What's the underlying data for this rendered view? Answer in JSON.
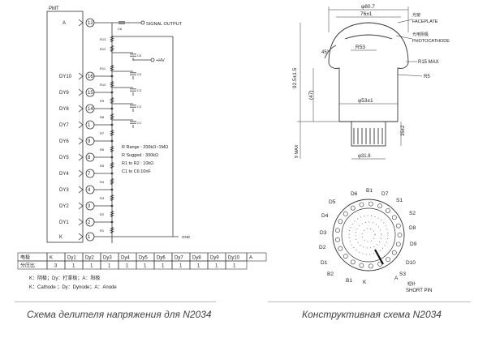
{
  "schematic": {
    "title": "PMT",
    "anode_label": "A",
    "signal_output": "SIGNAL OUTPUT",
    "hv": "+HV",
    "ground": "GND",
    "cathode_label": "K",
    "dynodes": [
      {
        "label": "DY10",
        "pin": "16"
      },
      {
        "label": "DY9",
        "pin": "15"
      },
      {
        "label": "DY8",
        "pin": "14"
      },
      {
        "label": "DY7",
        "pin": "1"
      },
      {
        "label": "DY6",
        "pin": "9"
      },
      {
        "label": "DY5",
        "pin": "8"
      },
      {
        "label": "DY4",
        "pin": "7"
      },
      {
        "label": "DY3",
        "pin": "4"
      },
      {
        "label": "DY2",
        "pin": "3"
      },
      {
        "label": "DY1",
        "pin": "2"
      }
    ],
    "anode_pin": "12",
    "cathode_pin": "1",
    "resistors": [
      "R13",
      "R12",
      "R11",
      "R10",
      "R9",
      "R8",
      "R7",
      "R6",
      "R5",
      "R4",
      "R3",
      "R2",
      "R1"
    ],
    "capacitors": [
      "C6",
      "C5",
      "C4",
      "C3",
      "C2",
      "C1"
    ],
    "specs": [
      "R Range : 200kΩ~1MΩ",
      "R Sugged : 300kΩ",
      "R1 to R2 : 10kΩ",
      "C1 to C6:10nF"
    ]
  },
  "ratio_table": {
    "header": [
      "电极",
      "K",
      "Dy1",
      "Dy2",
      "Dy3",
      "Dy4",
      "Dy5",
      "Dy6",
      "Dy7",
      "Dy8",
      "Dy9",
      "Dy10",
      "A"
    ],
    "row_label": "分压比",
    "values": [
      "3",
      "1",
      "1",
      "1",
      "1",
      "1",
      "1",
      "1",
      "1",
      "1",
      "1"
    ],
    "note_cn": "K：阴极；Dy：打拿极；A：阳极",
    "note_en": "K：Cathode ；Dy：Dynode；A：Anode"
  },
  "construction": {
    "dim_top_outer": "φ80.7",
    "dim_top_inner": "76±1",
    "faceplate_cn": "光窗",
    "faceplate": "FACEPLATE",
    "photocathode_cn": "光电阴极",
    "photocathode": "PHOTOCATHODE",
    "angle": "45°",
    "r53": "R53",
    "r15": "R15 MAX",
    "r5": "R5",
    "height": "92.5±1.5",
    "neck_len": "(47)",
    "neck_dia": "φ53±1",
    "base_len": "35±2",
    "max_len": "9 MAX",
    "base_dia": "φ31.8"
  },
  "pins": {
    "labels": [
      "D6",
      "B1",
      "D7",
      "D5",
      "S1",
      "D4",
      "S2",
      "D3",
      "D8",
      "D2",
      "D9",
      "D1",
      "D10",
      "B2",
      "S3",
      "B1",
      "K",
      "A"
    ],
    "index_cn": "短针",
    "index": "SHORT PIN"
  },
  "captions": {
    "left": "Схема делителя напряжения для N2034",
    "right": "Конструктивная схема N2034"
  }
}
